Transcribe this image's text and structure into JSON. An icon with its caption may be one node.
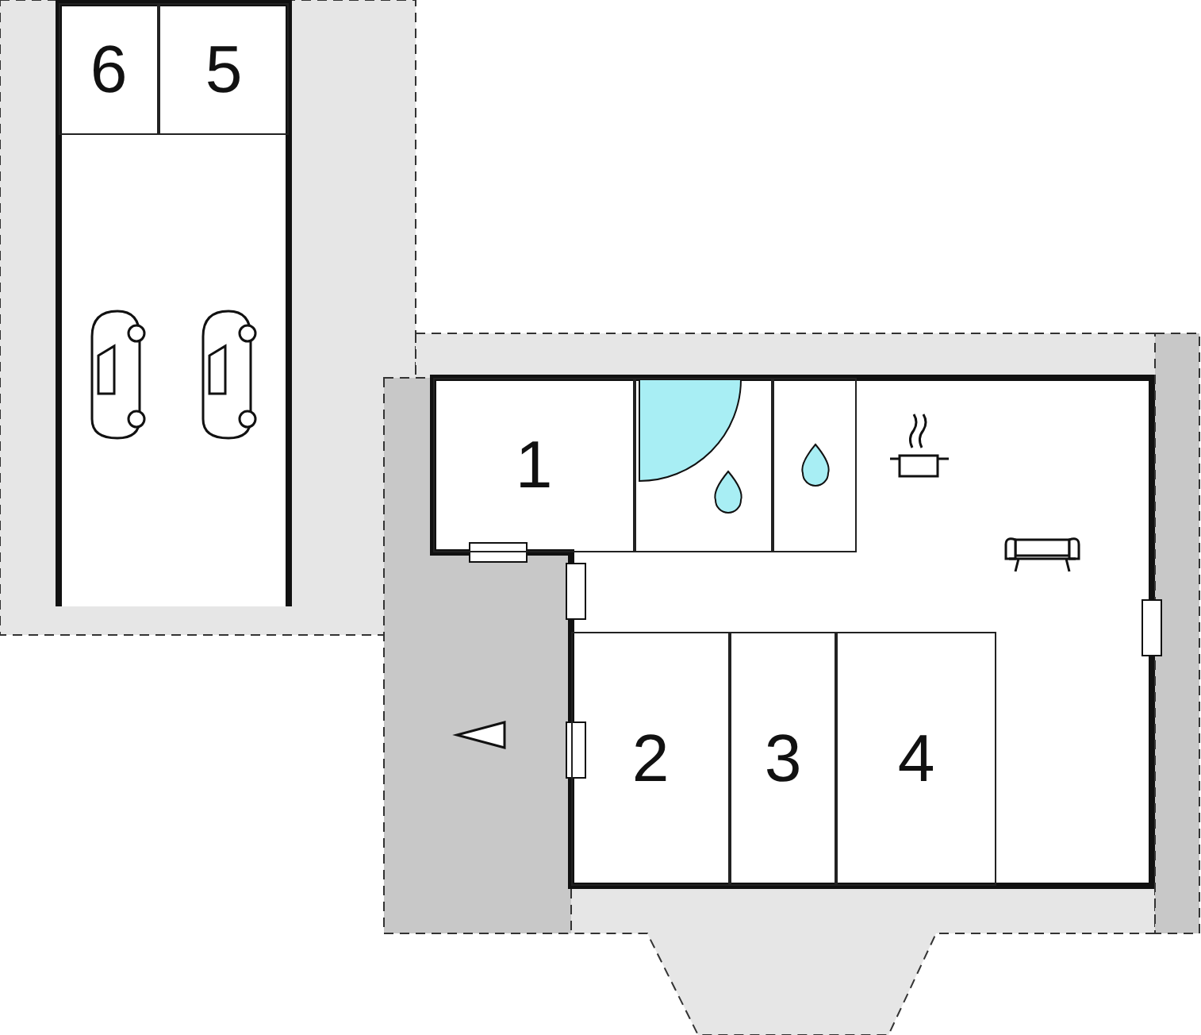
{
  "diagram": {
    "nodes": [
      {
        "text": [
          "6"
        ]
      },
      {
        "text": [
          "5"
        ]
      },
      {
        "text": [
          "1"
        ]
      },
      {
        "text": [],
        "shape": "box"
      },
      {
        "text": [],
        "shape": "box"
      },
      {
        "text": [
          "2"
        ]
      },
      {
        "text": [
          "3"
        ]
      },
      {
        "text": [
          "4"
        ]
      }
    ],
    "edges": []
  }
}
